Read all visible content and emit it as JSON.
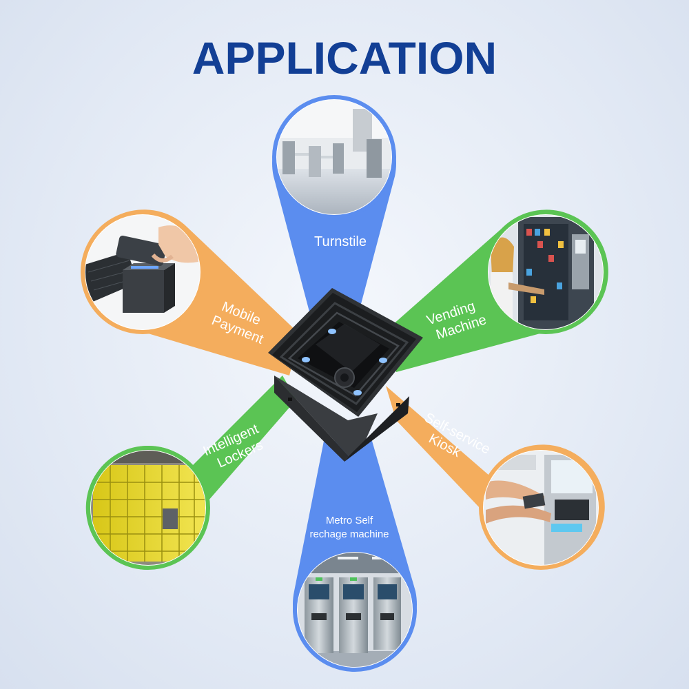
{
  "title": "APPLICATION",
  "applications": {
    "turnstile": "Turnstile",
    "vending_line1": "Vending",
    "vending_line2": "Machine",
    "kiosk_line1": "Self-service",
    "kiosk_line2": "Kiosk",
    "metro_line1": "Metro Self",
    "metro_line2": "rechage machine",
    "lockers_line1": "Intelligent",
    "lockers_line2": "Lockers",
    "mobile_line1": "Mobile",
    "mobile_line2": "Payment"
  },
  "colors": {
    "title": "#123f95",
    "blue": "#5b8def",
    "green": "#5bc454",
    "orange": "#f4ad5d"
  },
  "icons": {
    "center": "qr-scanner-module"
  }
}
